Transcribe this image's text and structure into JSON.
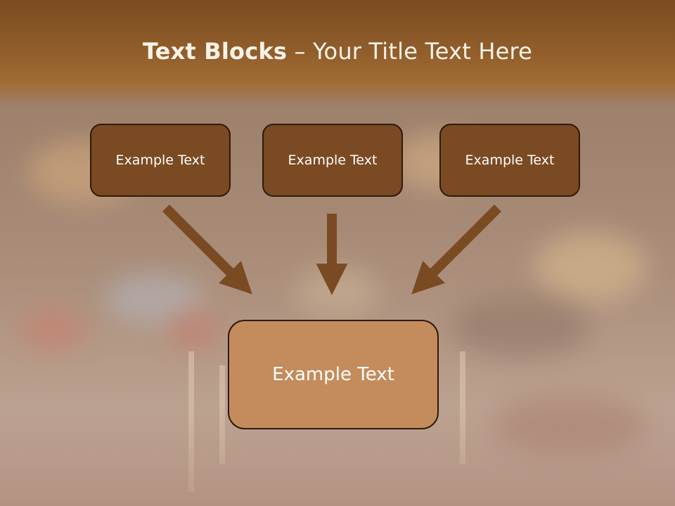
{
  "title": {
    "bold": "Text Blocks",
    "rest": " – Your Title Text Here"
  },
  "blocks": {
    "top_left": "Example Text",
    "top_center": "Example Text",
    "top_right": "Example Text",
    "bottom": "Example Text"
  },
  "colors": {
    "header_bar": "#94602c",
    "box_dark": "#7a4a22",
    "box_light": "#c48c5c",
    "arrow": "#7a4a22",
    "outline": "#2e1a0b"
  }
}
